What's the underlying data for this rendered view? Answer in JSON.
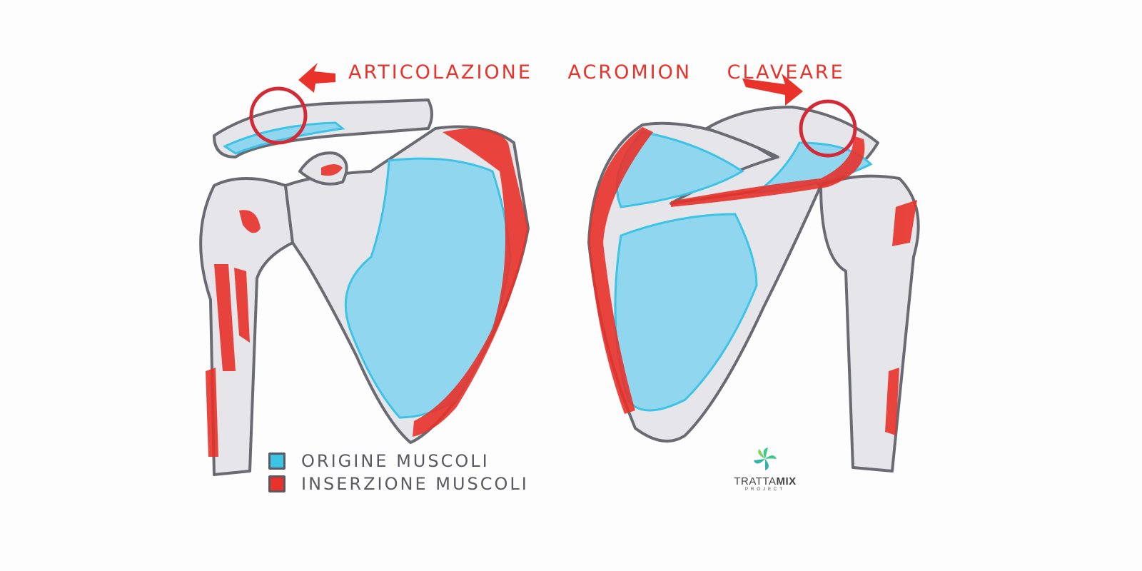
{
  "title": "ARTICOLAZIONE ACROMION CLAVEARE",
  "legend": [
    {
      "label": "ORIGINE MUSCOLI",
      "color": "#3cc3e6"
    },
    {
      "label": "INSERZIONE MUSCOLI",
      "color": "#e8322a"
    }
  ],
  "logo": {
    "name_light": "TRATTA",
    "name_bold": "MIX",
    "subtitle": "PROJECT"
  },
  "colors": {
    "bone": "#e4e4e8",
    "outline": "#6a6a72",
    "origin": "#8fd6ee",
    "insertion": "#e8322a"
  }
}
